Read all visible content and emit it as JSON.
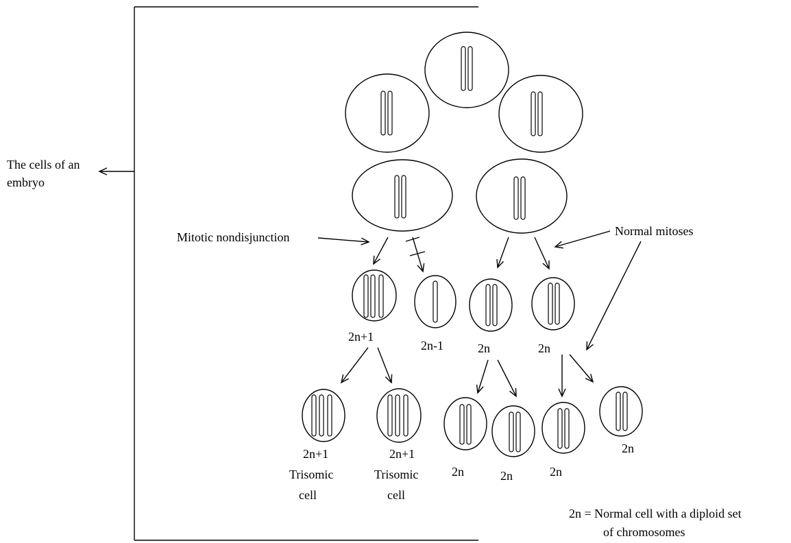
{
  "labels": {
    "embryo_line1": "The cells of an",
    "embryo_line2": "embryo",
    "mitotic_nondisjunction": "Mitotic nondisjunction",
    "normal_mitoses": "Normal mitoses",
    "trisomic_cell_a_ploidy": "2n+1",
    "monosomic_cell_ploidy": "2n-1",
    "normal_cell_a_ploidy": "2n",
    "normal_cell_b_ploidy": "2n",
    "trisomic_cell_b_ploidy": "2n+1",
    "trisomic_cell_b_line2": "Trisomic",
    "trisomic_cell_b_line3": "cell",
    "trisomic_cell_c_ploidy": "2n+1",
    "trisomic_cell_c_line2": "Trisomic",
    "trisomic_cell_c_line3": "cell",
    "normal_cell_c_ploidy": "2n",
    "normal_cell_d_ploidy": "2n",
    "normal_cell_e_ploidy": "2n",
    "normal_cell_f_ploidy": "2n",
    "legend_line1": "2n = Normal cell with a diploid set",
    "legend_line2": "of chromosomes"
  }
}
